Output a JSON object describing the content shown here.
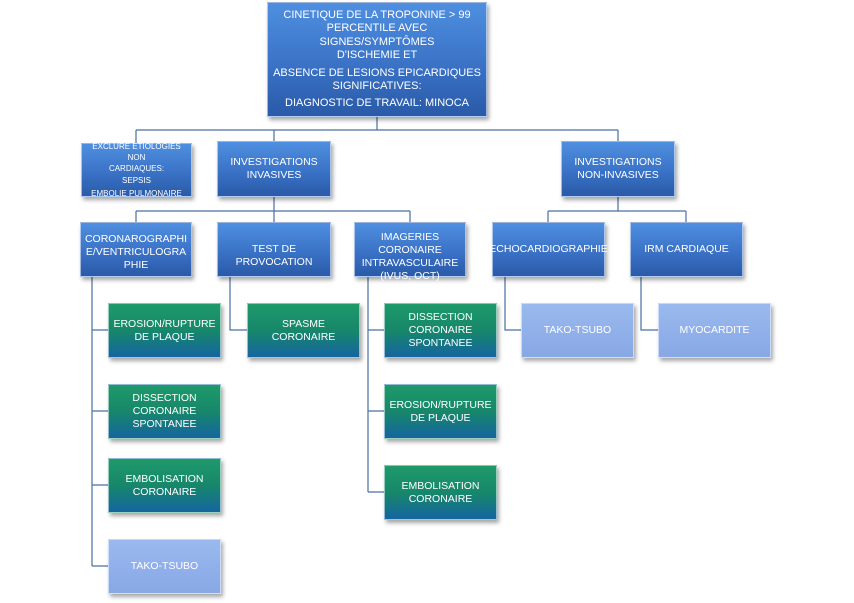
{
  "root": {
    "line1": "CINETIQUE DE LA TROPONINE > 99",
    "line2": "PERCENTILE AVEC SIGNES/SYMPTÔMES",
    "line3": "D'ISCHEMIE ET",
    "line4": "ABSENCE DE LESIONS EPICARDIQUES",
    "line5": "SIGNIFICATIVES:",
    "line6": "DIAGNOSTIC DE TRAVAIL: MINOCA"
  },
  "exclude": {
    "line1": "EXCLURE ETIOLOGIES NON",
    "line2": "CARDIAQUES:",
    "line3": "SEPSIS",
    "line4": "EMBOLIE PULMONAIRE"
  },
  "invasive": {
    "label": "INVESTIGATIONS INVASIVES"
  },
  "noninvasive": {
    "label": "INVESTIGATIONS NON-INVASIVES"
  },
  "coronaro": {
    "label": "CORONAROGRAPHIE/VENTRICULOGRAPHIE"
  },
  "provocation": {
    "label": "TEST DE PROVOCATION"
  },
  "imageries": {
    "label": "IMAGERIES CORONAIRE INTRAVASCULAIRE (IVUS, OCT)"
  },
  "echo": {
    "label": "ECHOCARDIOGRAPHIE"
  },
  "irm": {
    "label": "IRM CARDIAQUE"
  },
  "coronaro_children": [
    "EROSION/RUPTURE DE PLAQUE",
    "DISSECTION CORONAIRE SPONTANEE",
    "EMBOLISATION CORONAIRE",
    "TAKO-TSUBO"
  ],
  "provocation_children": [
    "SPASME CORONAIRE"
  ],
  "imageries_children": [
    "DISSECTION CORONAIRE SPONTANEE",
    "EROSION/RUPTURE DE PLAQUE",
    "EMBOLISATION CORONAIRE"
  ],
  "echo_children": [
    "TAKO-TSUBO"
  ],
  "irm_children": [
    "MYOCARDITE"
  ],
  "colors": {
    "box_blue": "#3a72c6",
    "box_green": "#17876a",
    "box_light": "#8fb0ea",
    "connector": "#4a6fa5"
  }
}
